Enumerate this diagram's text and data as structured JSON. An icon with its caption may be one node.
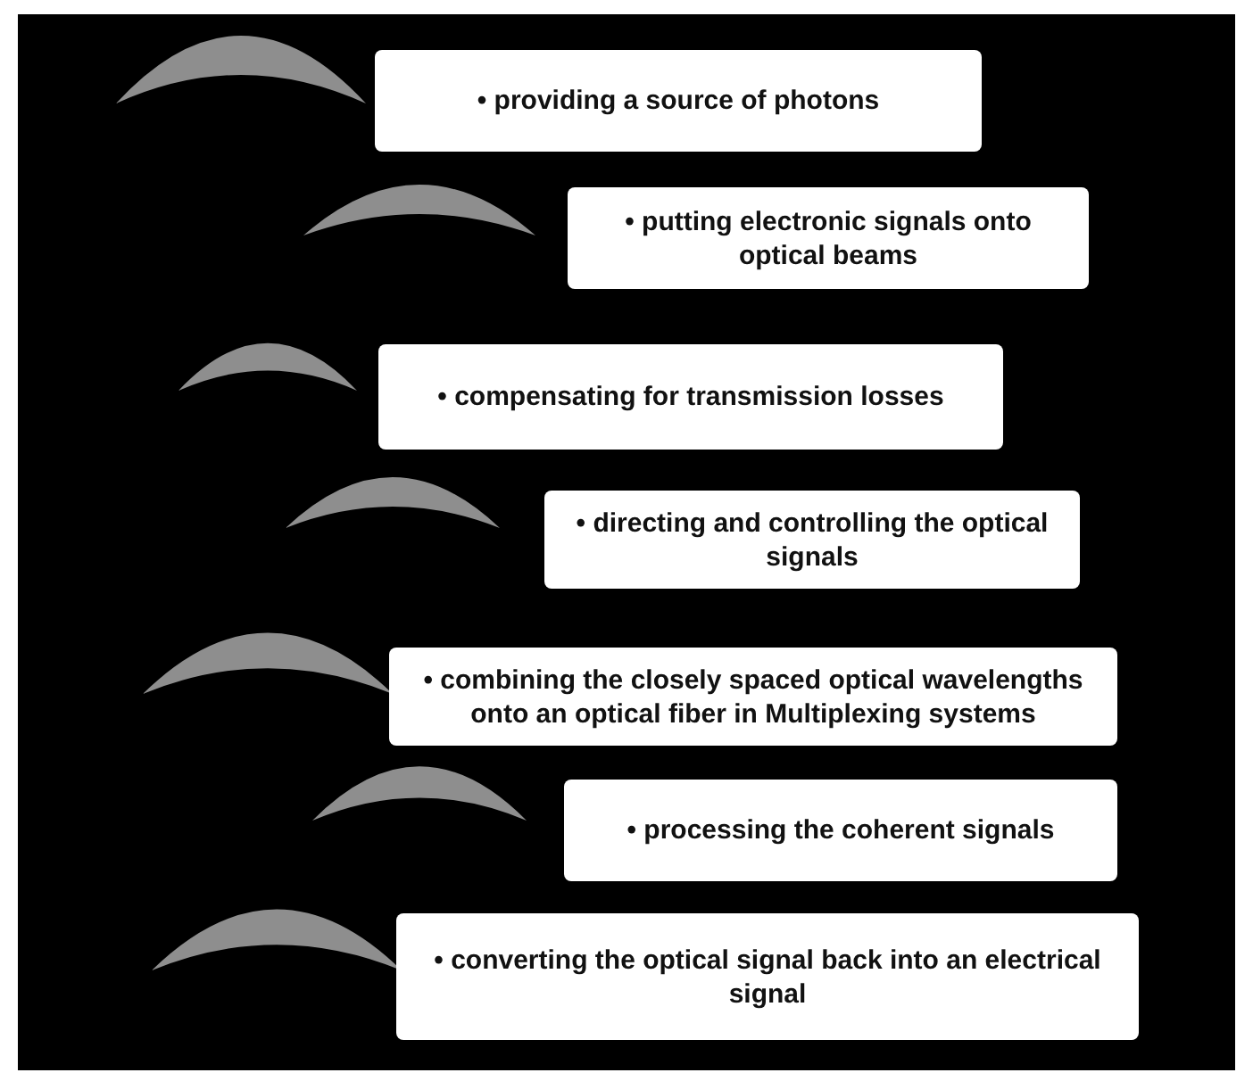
{
  "diagram": {
    "nodes": [
      {
        "text": [
          "• providing a source of photons"
        ]
      },
      {
        "text": [
          "• putting electronic signals onto optical beams"
        ]
      },
      {
        "text": [
          "• compensating for transmission losses"
        ]
      },
      {
        "text": [
          "• directing and controlling the optical signals"
        ]
      },
      {
        "text": [
          "• combining the closely spaced optical wavelengths onto an optical fiber in Multiplexing systems"
        ]
      },
      {
        "text": [
          "• processing the coherent signals"
        ]
      },
      {
        "text": [
          "• converting the optical signal back into an electrical signal"
        ]
      }
    ]
  }
}
